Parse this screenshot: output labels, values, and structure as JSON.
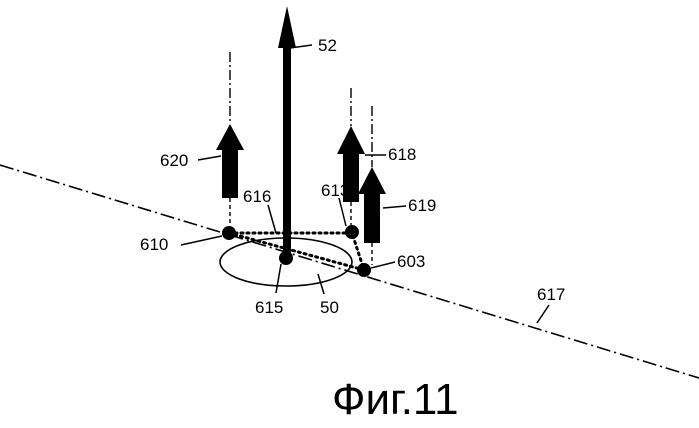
{
  "figure": {
    "caption": "Фиг.11",
    "labels": {
      "l52": "52",
      "l620": "620",
      "l616": "616",
      "l613": "613",
      "l618": "618",
      "l619": "619",
      "l610": "610",
      "l603": "603",
      "l615": "615",
      "l50": "50",
      "l617": "617"
    }
  }
}
